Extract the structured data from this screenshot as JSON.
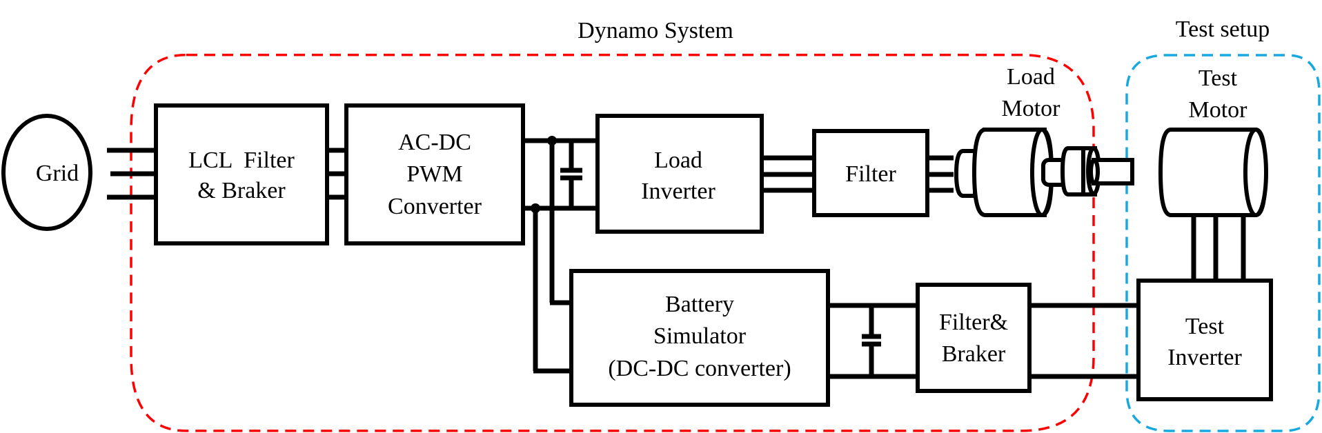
{
  "groups": {
    "dynamo": {
      "label": "Dynamo System",
      "color": "#ff0000"
    },
    "test": {
      "label": "Test setup",
      "color": "#16a8e0"
    }
  },
  "blocks": {
    "grid": {
      "lines": [
        "Grid"
      ]
    },
    "lcl": {
      "lines": [
        "LCL  Filter",
        "& Braker"
      ]
    },
    "acdc": {
      "lines": [
        "AC-DC",
        "PWM",
        "Converter"
      ]
    },
    "load_inverter": {
      "lines": [
        "Load",
        "Inverter"
      ]
    },
    "filter": {
      "lines": [
        "Filter"
      ]
    },
    "load_motor": {
      "lines": [
        "Load",
        "Motor"
      ]
    },
    "test_motor": {
      "lines": [
        "Test",
        "Motor"
      ]
    },
    "battery": {
      "lines": [
        "Battery",
        "Simulator",
        "(DC-DC converter)"
      ]
    },
    "filter_braker": {
      "lines": [
        "Filter&",
        "Braker"
      ]
    },
    "test_inverter": {
      "lines": [
        "Test",
        "Inverter"
      ]
    }
  }
}
